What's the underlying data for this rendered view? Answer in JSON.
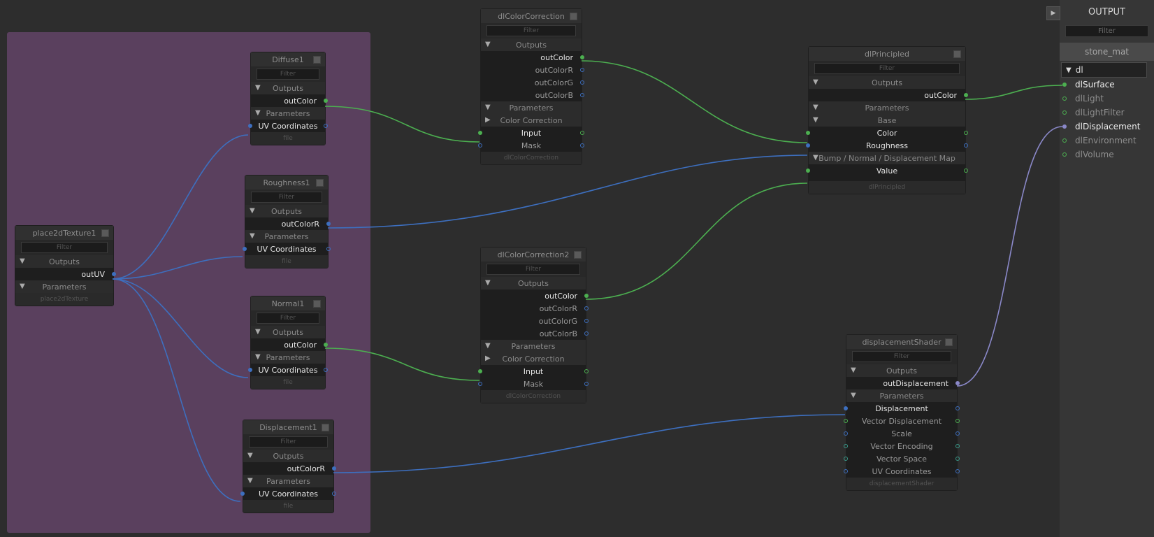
{
  "output_panel": {
    "title": "OUTPUT",
    "filter_placeholder": "Filter",
    "material": "stone_mat",
    "category": "dl",
    "items": [
      {
        "label": "dlSurface",
        "active": true
      },
      {
        "label": "dlLight",
        "active": false
      },
      {
        "label": "dlLightFilter",
        "active": false
      },
      {
        "label": "dlDisplacement",
        "active": true
      },
      {
        "label": "dlEnvironment",
        "active": false
      },
      {
        "label": "dlVolume",
        "active": false
      }
    ]
  },
  "common": {
    "filter": "Filter",
    "outputs": "Outputs",
    "parameters": "Parameters",
    "uv_coordinates": "UV Coordinates",
    "file": "file"
  },
  "nodes": {
    "place2d": {
      "title": "place2dTexture1",
      "out": "outUV",
      "type": "place2dTexture"
    },
    "diffuse": {
      "title": "Diffuse1",
      "out": "outColor"
    },
    "roughness": {
      "title": "Roughness1",
      "out": "outColorR"
    },
    "normal": {
      "title": "Normal1",
      "out": "outColor"
    },
    "displacement1": {
      "title": "Displacement1",
      "out": "outColorR"
    },
    "cc1": {
      "title": "dlColorCorrection",
      "outs": [
        "outColor",
        "outColorR",
        "outColorG",
        "outColorB"
      ],
      "sub": "Color Correction",
      "in1": "Input",
      "in2": "Mask",
      "type": "dlColorCorrection"
    },
    "cc2": {
      "title": "dlColorCorrection2",
      "outs": [
        "outColor",
        "outColorR",
        "outColorG",
        "outColorB"
      ],
      "sub": "Color Correction",
      "in1": "Input",
      "in2": "Mask",
      "type": "dlColorCorrection"
    },
    "principled": {
      "title": "dlPrincipled",
      "out": "outColor",
      "base": "Base",
      "color": "Color",
      "roughness": "Roughness",
      "bump": "Bump / Normal / Displacement Map",
      "value": "Value",
      "type": "dlPrincipled"
    },
    "dispShader": {
      "title": "displacementShader",
      "out": "outDisplacement",
      "params": [
        "Displacement",
        "Vector Displacement",
        "Scale",
        "Vector Encoding",
        "Vector Space",
        "UV Coordinates"
      ],
      "type": "displacementShader"
    }
  },
  "colors": {
    "green": "#4caf50",
    "blue": "#3d6fbf",
    "lavender": "#8a88c8",
    "group": "#5a405e"
  }
}
